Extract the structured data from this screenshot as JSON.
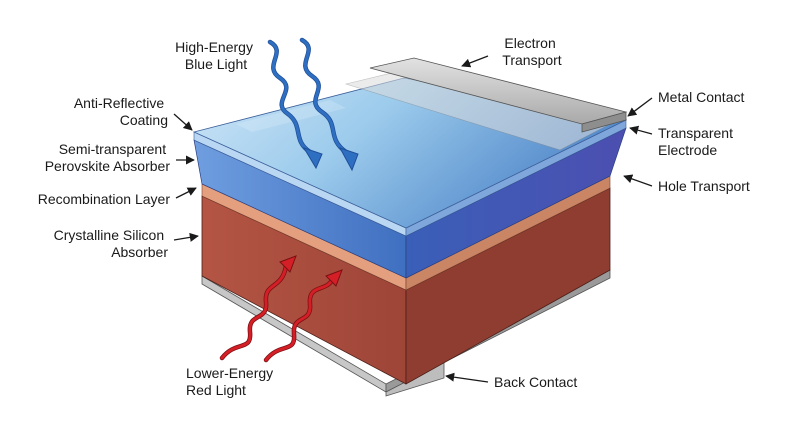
{
  "title": "",
  "labels": {
    "high_energy_1": "High-Energy",
    "high_energy_2": "Blue Light",
    "electron_1": "Electron",
    "electron_2": "Transport",
    "metal_contact": "Metal Contact",
    "transparent_1": "Transparent",
    "transparent_2": "Electrode",
    "hole_transport": "Hole Transport",
    "anti_reflective_1": "Anti-Reflective",
    "anti_reflective_2": "Coating",
    "perovskite_1": "Semi-transparent",
    "perovskite_2": "Perovskite Absorber",
    "recombination": "Recombination Layer",
    "silicon_1": "Crystalline Silicon",
    "silicon_2": "Absorber",
    "lower_energy_1": "Lower-Energy",
    "lower_energy_2": "Red Light",
    "back_contact": "Back Contact"
  },
  "colors": {
    "blue_light": "#2f6fc2",
    "red_light": "#d41f26",
    "silicon_front": "#b0503f",
    "silicon_side": "#8a3a30",
    "recombination": "#e8a07a",
    "perovskite": "#4c7fd1",
    "metal": "#c9c9c9"
  }
}
